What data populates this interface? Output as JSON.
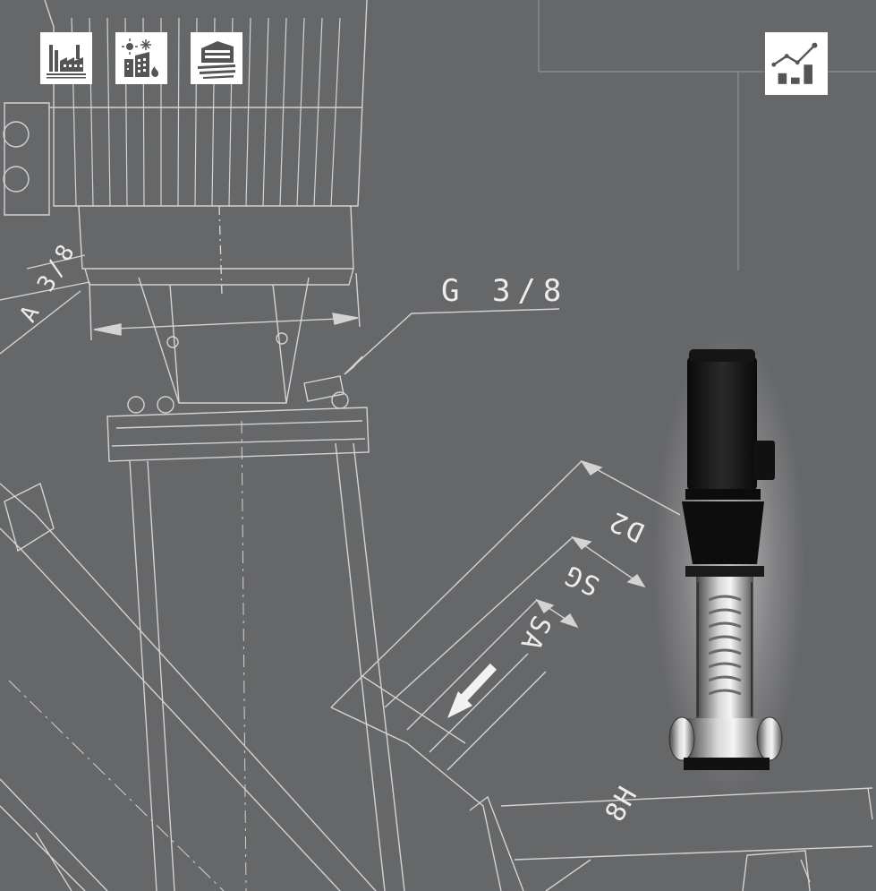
{
  "icons": {
    "industry": "factory-icon",
    "building": "building-climate-icon",
    "water": "water-treatment-icon",
    "growth": "growth-chart-icon"
  },
  "drawing": {
    "thread_label": "G 3/8",
    "dimension_labels": [
      "D2",
      "SG",
      "SA",
      "8H"
    ],
    "corner_text": "A 3/8"
  },
  "colors": {
    "background": "#666769",
    "line": "#e6e6e6",
    "tile": "#ffffff",
    "icon": "#555555"
  }
}
